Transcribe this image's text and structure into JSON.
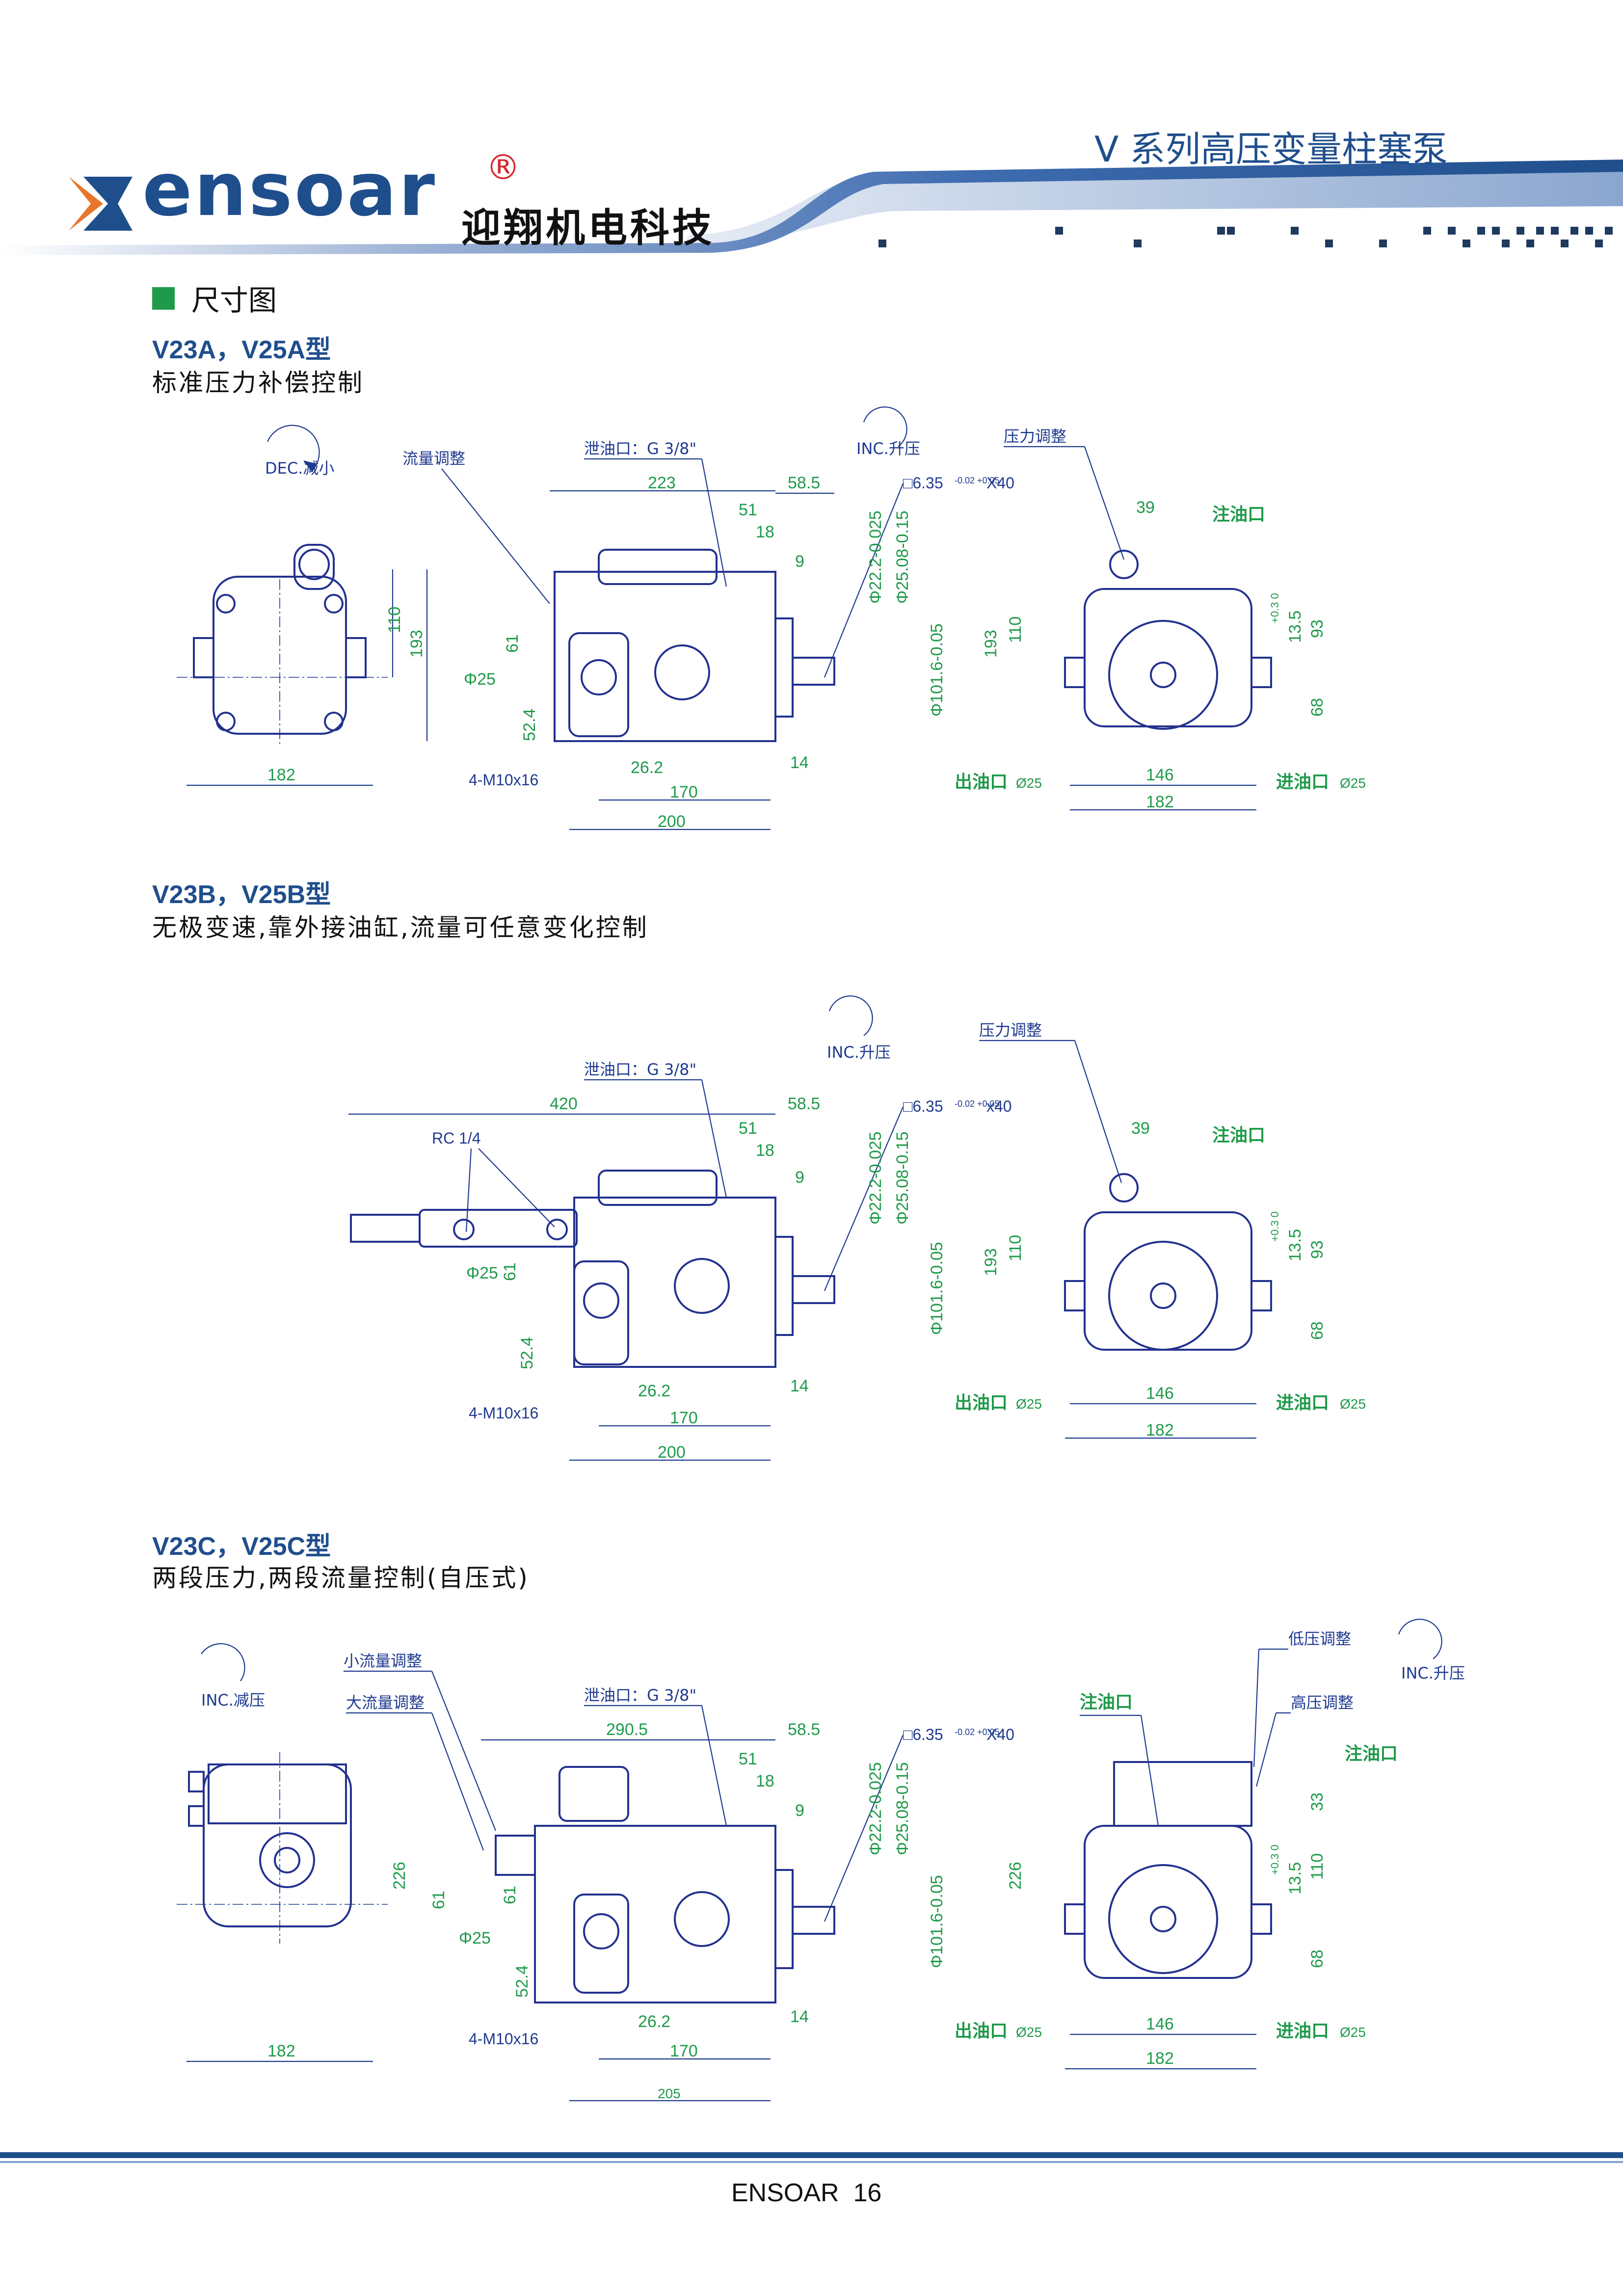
{
  "header": {
    "brand": "ensoar",
    "registered": "®",
    "company_cn": "迎翔机电科技",
    "series_title": "V 系列高压变量柱塞泵"
  },
  "section": {
    "title": "尺寸图"
  },
  "colors": {
    "brand_blue": "#1f4e8c",
    "accent_red": "#d7262e",
    "dim_green": "#1f9a4a",
    "line_blue": "#23318f"
  },
  "models": [
    {
      "name": "V23A，V25A型",
      "desc": "标准压力补偿控制"
    },
    {
      "name": "V23B，V25B型",
      "desc": "无极变速,靠外接油缸,流量可任意变化控制"
    },
    {
      "name": "V23C，V25C型",
      "desc": "两段压力,两段流量控制(自压式)"
    }
  ],
  "drawings": {
    "a": {
      "dec": "DEC.减小",
      "flow_adj": "流量调整",
      "drain": "泄油口：G 3/8\"",
      "inc": "INC.升压",
      "press_adj": "压力调整",
      "fill": "注油口",
      "outlet": "出油口",
      "inlet": "进油口",
      "d223": "223",
      "d58_5": "58.5",
      "d51": "51",
      "d18": "18",
      "d9": "9",
      "key": "□6.35",
      "key_tol": "-0.02 +0.05",
      "key_len": "X40",
      "d22": "Φ22.2-0.025",
      "d25": "Φ25.08-0.15",
      "d101": "Φ101.6-0.05",
      "phi25": "Φ25",
      "d61": "61",
      "d52_4": "52.4",
      "m10": "4-M10x16",
      "d26_2": "26.2",
      "d170": "170",
      "d200": "200",
      "d14": "14",
      "d110": "110",
      "d193": "193",
      "d182": "182",
      "d39": "39",
      "d13_5": "13.5",
      "d93": "93",
      "d68": "68",
      "d146": "146",
      "out_phi": "Ø25",
      "in_phi": "Ø25",
      "tol": "+0.3 0"
    },
    "b": {
      "drain": "泄油口：G 3/8\"",
      "inc": "INC.升压",
      "press_adj": "压力调整",
      "rc": "RC 1/4",
      "d420": "420",
      "d58_5": "58.5",
      "d51": "51",
      "d18": "18",
      "d9": "9",
      "key": "□6.35",
      "key_tol": "-0.02 +0.05",
      "key_len": "x40",
      "d22": "Φ22.2-0.025",
      "d25": "Φ25.08-0.15",
      "d101": "Φ101.6-0.05",
      "phi25": "Φ25",
      "d61": "61",
      "d52_4": "52.4",
      "m10": "4-M10x16",
      "d26_2": "26.2",
      "d170": "170",
      "d200": "200",
      "d14": "14",
      "d110": "110",
      "d193": "193",
      "d39": "39",
      "d13_5": "13.5",
      "d93": "93",
      "d68": "68",
      "d146": "146",
      "d182": "182",
      "fill": "注油口",
      "outlet": "出油口",
      "inlet": "进油口",
      "out_phi": "Ø25",
      "in_phi": "Ø25",
      "tol": "+0.3 0"
    },
    "c": {
      "inc_dec": "INC.减压",
      "small_flow": "小流量调整",
      "big_flow": "大流量调整",
      "drain": "泄油口：G 3/8\"",
      "fill": "注油口",
      "low_p": "低压调整",
      "inc": "INC.升压",
      "high_p": "高压调整",
      "fill2": "注油口",
      "d290_5": "290.5",
      "d58_5": "58.5",
      "d51": "51",
      "d18": "18",
      "d9": "9",
      "key": "□6.35",
      "key_tol": "-0.02 +0.05",
      "key_len": "X40",
      "d22": "Φ22.2-0.025",
      "d25": "Φ25.08-0.15",
      "d101": "Φ101.6-0.05",
      "phi25": "Φ25",
      "d61": "61",
      "d52_4": "52.4",
      "m10": "4-M10x16",
      "d26_2": "26.2",
      "d170": "170",
      "d205": "205",
      "d14": "14",
      "d226": "226",
      "d182": "182",
      "d33": "33",
      "d13_5": "13.5",
      "d110": "110",
      "d68": "68",
      "d146": "146",
      "outlet": "出油口",
      "inlet": "进油口",
      "out_phi": "Ø25",
      "in_phi": "Ø25",
      "tol": "+0.3 0"
    }
  },
  "footer": {
    "text": "ENSOAR  16"
  }
}
